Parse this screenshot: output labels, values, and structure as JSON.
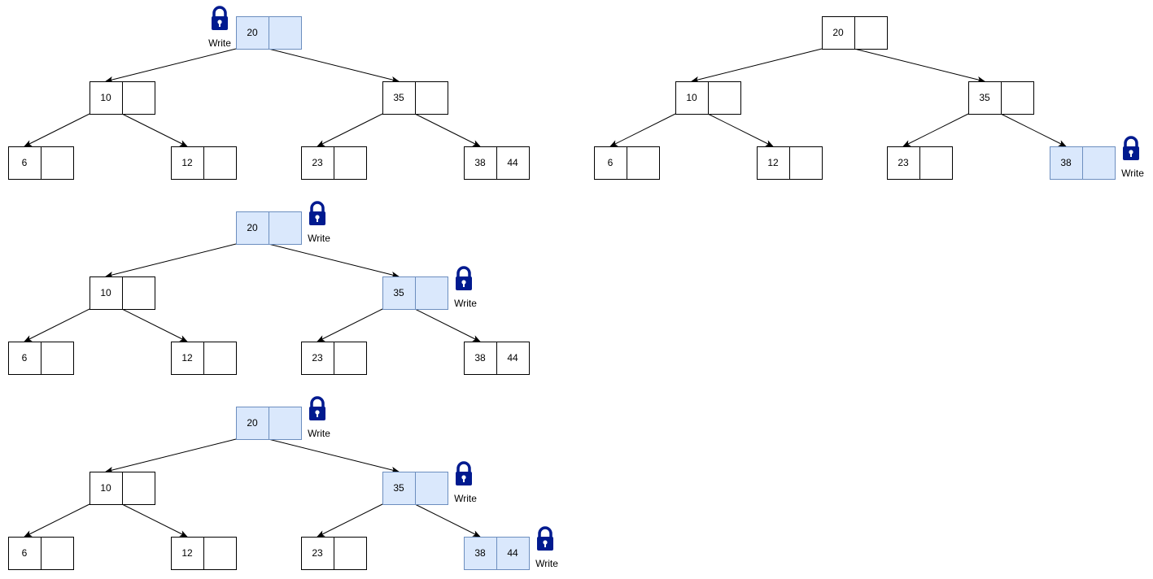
{
  "colors": {
    "node_fill": "#ffffff",
    "node_locked_fill": "#dae8fc",
    "node_stroke": "#000000",
    "node_locked_stroke": "#6c8ebf",
    "edge": "#000000",
    "lock": "#001a8f"
  },
  "lock_label": "Write",
  "trees": [
    {
      "id": "tree-a",
      "nodes": [
        {
          "id": "n20",
          "keys": [
            "20",
            ""
          ],
          "locked": true,
          "lock_side": "left"
        },
        {
          "id": "n10",
          "keys": [
            "10",
            ""
          ],
          "locked": false
        },
        {
          "id": "n35",
          "keys": [
            "35",
            ""
          ],
          "locked": false
        },
        {
          "id": "n6",
          "keys": [
            "6",
            ""
          ],
          "locked": false
        },
        {
          "id": "n12",
          "keys": [
            "12",
            ""
          ],
          "locked": false
        },
        {
          "id": "n23",
          "keys": [
            "23",
            ""
          ],
          "locked": false
        },
        {
          "id": "n38",
          "keys": [
            "38",
            "44"
          ],
          "locked": false
        }
      ]
    },
    {
      "id": "tree-b",
      "nodes": [
        {
          "id": "n20",
          "keys": [
            "20",
            ""
          ],
          "locked": true,
          "lock_side": "right"
        },
        {
          "id": "n10",
          "keys": [
            "10",
            ""
          ],
          "locked": false
        },
        {
          "id": "n35",
          "keys": [
            "35",
            ""
          ],
          "locked": true,
          "lock_side": "right"
        },
        {
          "id": "n6",
          "keys": [
            "6",
            ""
          ],
          "locked": false
        },
        {
          "id": "n12",
          "keys": [
            "12",
            ""
          ],
          "locked": false
        },
        {
          "id": "n23",
          "keys": [
            "23",
            ""
          ],
          "locked": false
        },
        {
          "id": "n38",
          "keys": [
            "38",
            "44"
          ],
          "locked": false
        }
      ]
    },
    {
      "id": "tree-c",
      "nodes": [
        {
          "id": "n20",
          "keys": [
            "20",
            ""
          ],
          "locked": true,
          "lock_side": "right"
        },
        {
          "id": "n10",
          "keys": [
            "10",
            ""
          ],
          "locked": false
        },
        {
          "id": "n35",
          "keys": [
            "35",
            ""
          ],
          "locked": true,
          "lock_side": "right"
        },
        {
          "id": "n6",
          "keys": [
            "6",
            ""
          ],
          "locked": false
        },
        {
          "id": "n12",
          "keys": [
            "12",
            ""
          ],
          "locked": false
        },
        {
          "id": "n23",
          "keys": [
            "23",
            ""
          ],
          "locked": false
        },
        {
          "id": "n38",
          "keys": [
            "38",
            "44"
          ],
          "locked": true,
          "lock_side": "right"
        }
      ]
    },
    {
      "id": "tree-d",
      "nodes": [
        {
          "id": "n20",
          "keys": [
            "20",
            ""
          ],
          "locked": false
        },
        {
          "id": "n10",
          "keys": [
            "10",
            ""
          ],
          "locked": false
        },
        {
          "id": "n35",
          "keys": [
            "35",
            ""
          ],
          "locked": false
        },
        {
          "id": "n6",
          "keys": [
            "6",
            ""
          ],
          "locked": false
        },
        {
          "id": "n12",
          "keys": [
            "12",
            ""
          ],
          "locked": false
        },
        {
          "id": "n23",
          "keys": [
            "23",
            ""
          ],
          "locked": false
        },
        {
          "id": "n38",
          "keys": [
            "38",
            ""
          ],
          "locked": true,
          "lock_side": "right"
        }
      ]
    }
  ],
  "edges": [
    [
      "n20",
      "n10"
    ],
    [
      "n20",
      "n35"
    ],
    [
      "n10",
      "n6"
    ],
    [
      "n10",
      "n12"
    ],
    [
      "n35",
      "n23"
    ],
    [
      "n35",
      "n38"
    ]
  ]
}
